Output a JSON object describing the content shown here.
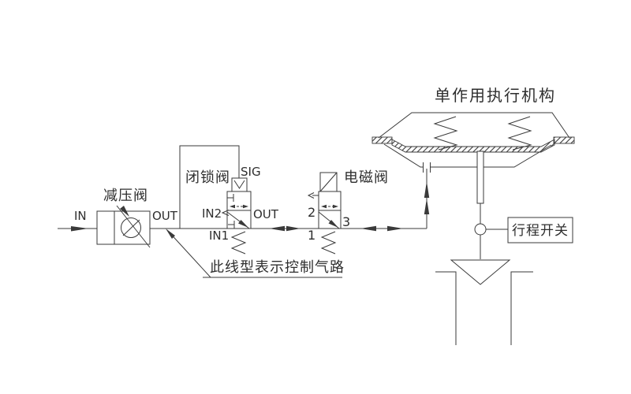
{
  "figure": {
    "background": "#ffffff",
    "line_color": "#3a3a3a",
    "inlet": {
      "label": "IN"
    },
    "pressure_reducing_valve": {
      "name": "减压阀",
      "out_label": "OUT"
    },
    "lockup_valve": {
      "name": "闭锁阀",
      "sig_label": "SIG",
      "in2_label": "IN2",
      "out_label": "OUT",
      "in1_label": "IN1"
    },
    "solenoid_valve": {
      "name": "电磁阀",
      "port_2": "2",
      "port_1": "1",
      "port_3": "3"
    },
    "actuator": {
      "name": "单作用执行机构"
    },
    "travel_switch": {
      "name": "行程开关"
    },
    "note": {
      "text": "此线型表示控制气路"
    }
  }
}
